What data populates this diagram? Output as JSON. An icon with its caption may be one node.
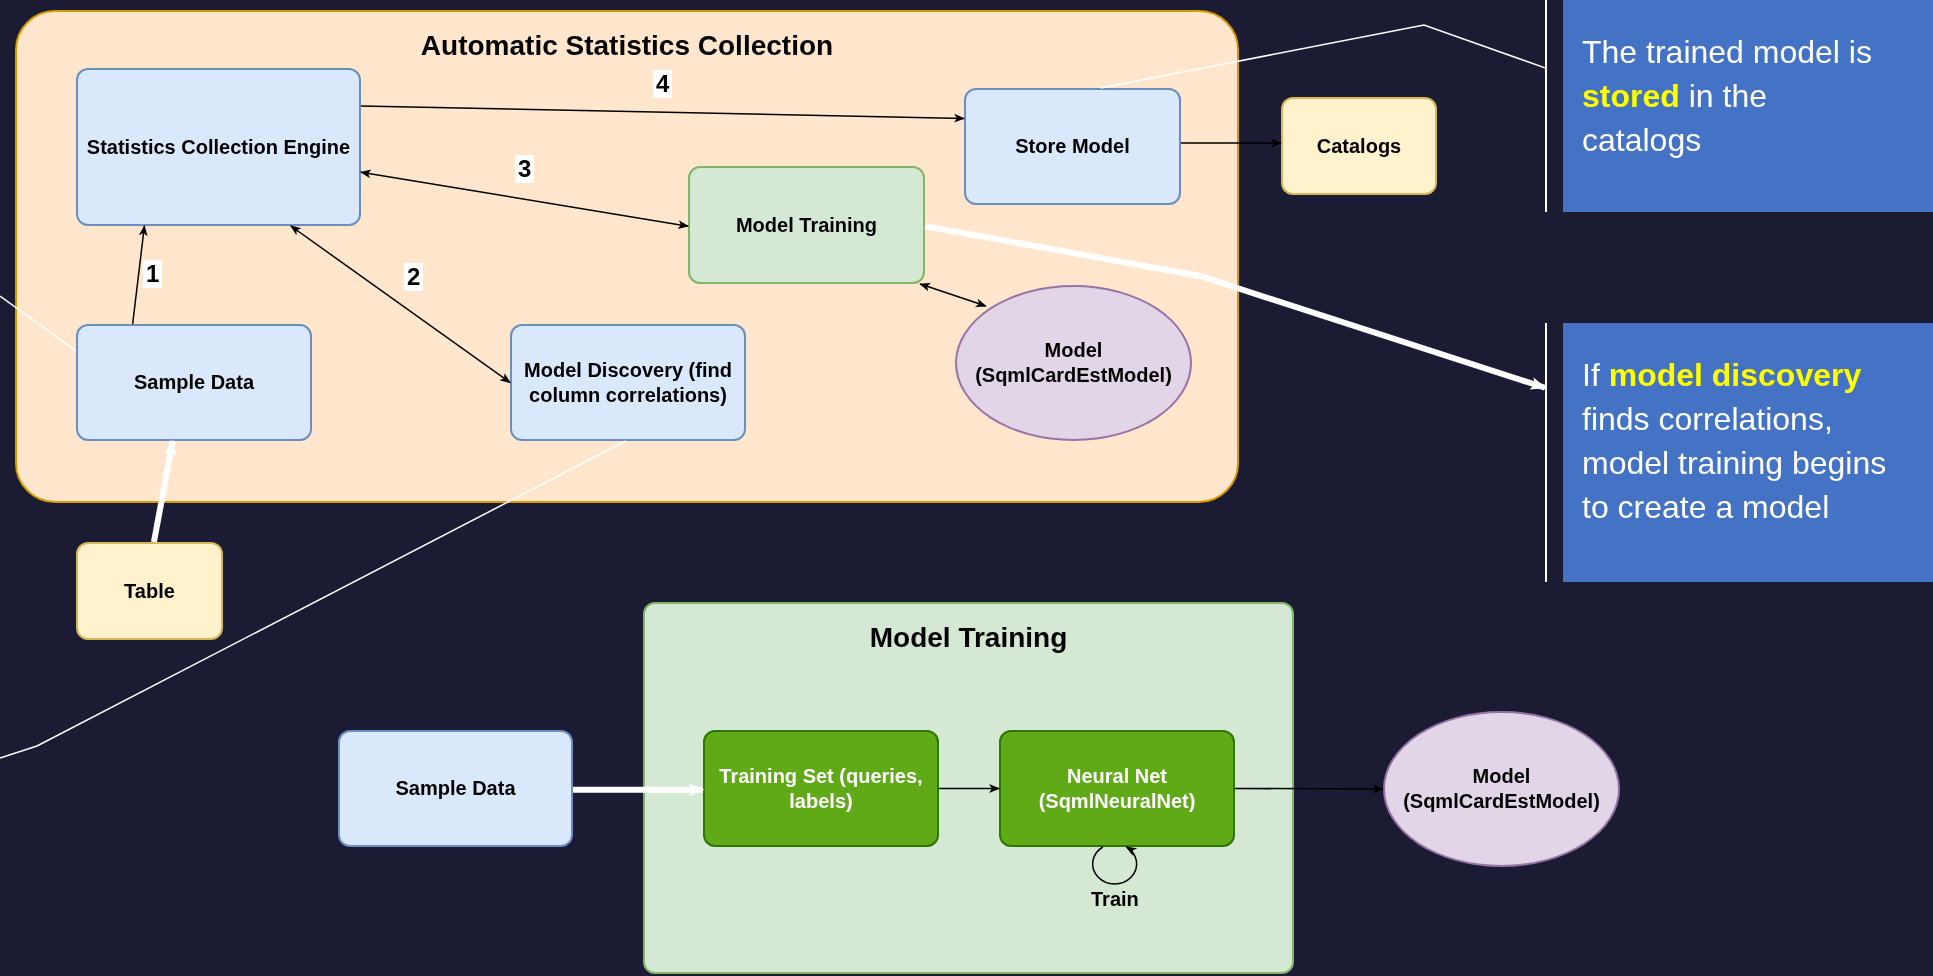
{
  "diagram": {
    "nodes": [
      {
        "text": [
          "Automatic Statistics Collection"
        ]
      },
      {
        "text": [
          "Statistics Collection Engine"
        ],
        "in": 0
      },
      {
        "text": [
          "Store Model"
        ],
        "in": 0
      },
      {
        "text": [
          "Model Training"
        ],
        "in": 0
      },
      {
        "text": [
          "Sample Data"
        ],
        "in": 0
      },
      {
        "text": [
          "Model Discovery (find column correlations)"
        ],
        "in": 0
      },
      {
        "text": [
          "Model (SqmlCardEstModel)"
        ],
        "in": 0
      },
      {
        "text": [
          "Catalogs"
        ]
      },
      {
        "text": [
          "Table"
        ]
      },
      {
        "text": [
          "The trained model is **stored** in the catalogs"
        ]
      },
      {
        "text": [
          "If **model discovery** finds correlations, model training begins to create a model"
        ]
      },
      {
        "text": [
          "Model Training"
        ]
      },
      {
        "text": [
          "Sample Data"
        ]
      },
      {
        "text": [
          "Training Set (queries, labels)"
        ],
        "in": 11
      },
      {
        "text": [
          "Neural Net (SqmlNeuralNet)"
        ],
        "in": 11,
        "beside": [
          "Train"
        ]
      },
      {
        "text": [
          "Model (SqmlCardEstModel)"
        ]
      }
    ],
    "edges": [
      {
        "from": 8,
        "to": 4,
        "arrow": "to",
        "style": "thick",
        "color": "#ffffff"
      },
      {
        "from": 4,
        "to": 1,
        "arrow": "to",
        "label": "1"
      },
      {
        "from": 1,
        "to": 5,
        "arrow": "both",
        "label": "2"
      },
      {
        "from": 1,
        "to": 3,
        "arrow": "both",
        "label": "3"
      },
      {
        "from": 1,
        "to": 2,
        "arrow": "to",
        "label": "4"
      },
      {
        "from": 2,
        "to": 7,
        "arrow": "to"
      },
      {
        "from": 3,
        "to": 6,
        "arrow": "both"
      },
      {
        "from": 9,
        "to": 2,
        "arrow": "none",
        "color": "#ffffff"
      },
      {
        "from": 3,
        "to": 10,
        "arrow": "to",
        "style": "thick",
        "color": "#ffffff"
      },
      {
        "from": 4,
        "to": null,
        "arrow": "none",
        "color": "#ffffff"
      },
      {
        "from": 5,
        "to": null,
        "arrow": "none",
        "color": "#ffffff"
      },
      {
        "from": 12,
        "to": 13,
        "arrow": "to",
        "style": "thick",
        "color": "#ffffff"
      },
      {
        "from": 13,
        "to": 14,
        "arrow": "to"
      },
      {
        "from": 14,
        "to": 15,
        "arrow": "to"
      },
      {
        "from": 14,
        "to": 14,
        "arrow": "to"
      }
    ]
  }
}
